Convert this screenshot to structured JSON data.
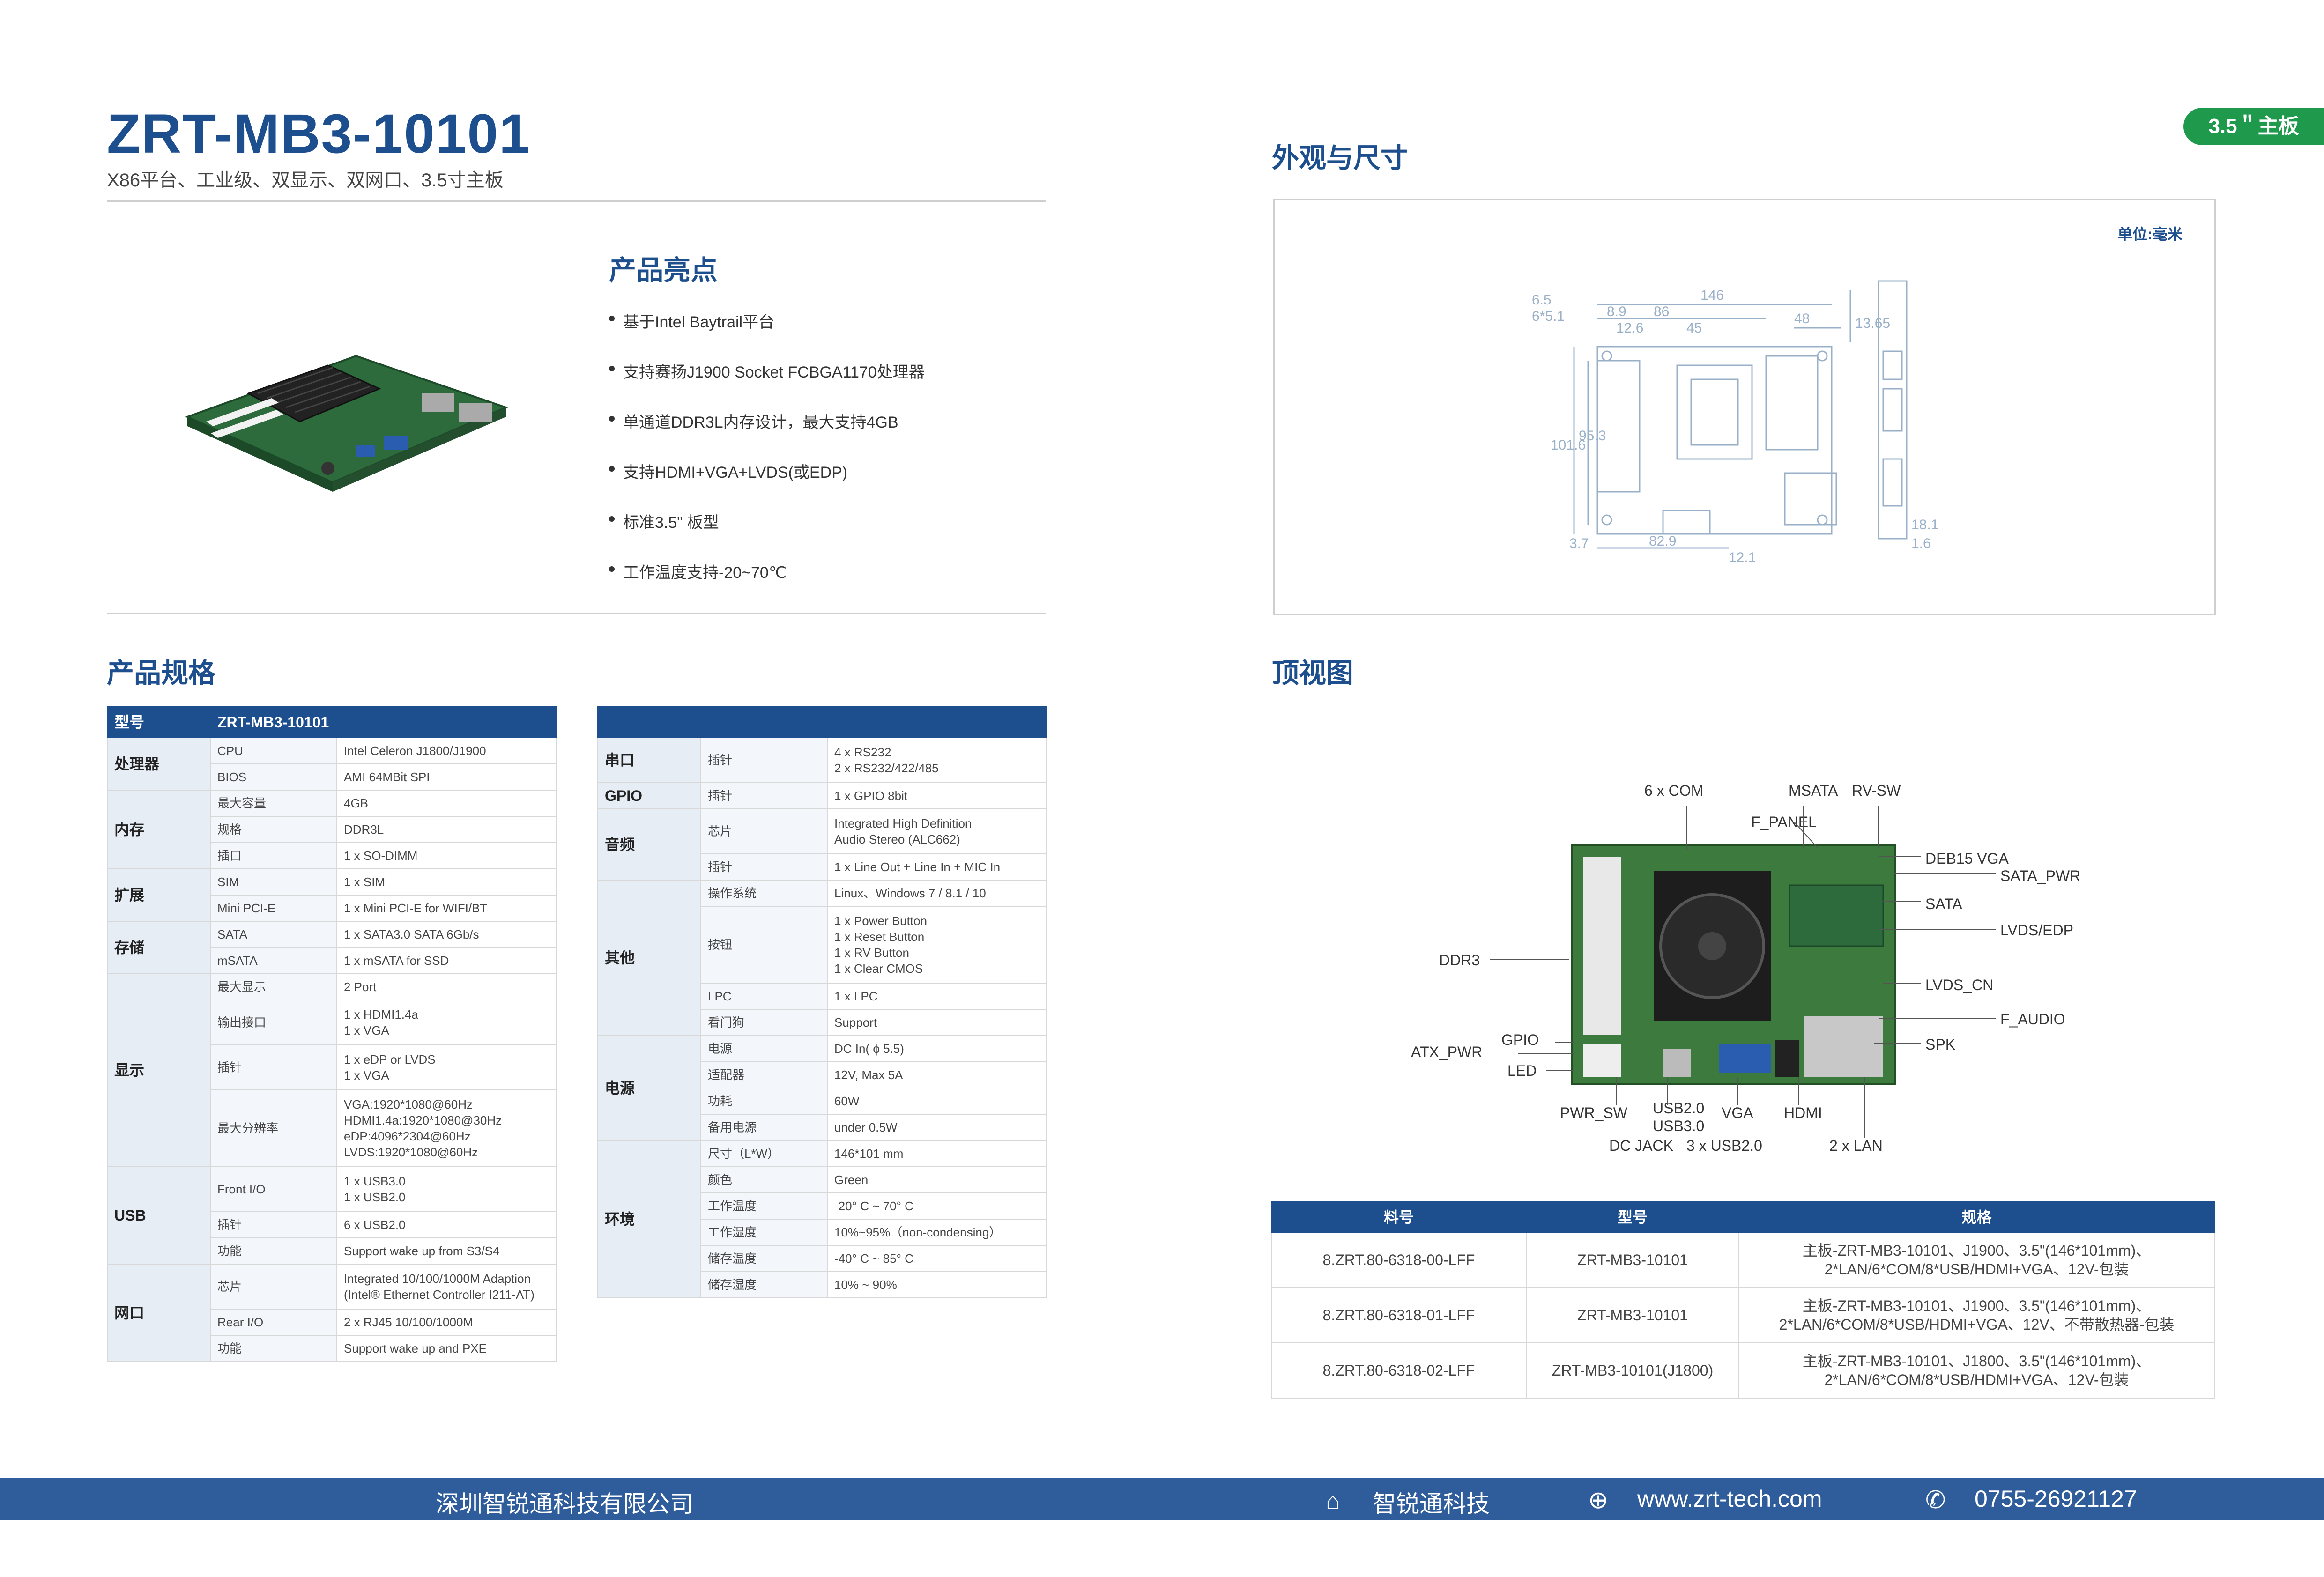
{
  "header": {
    "title": "ZRT-MB3-10101",
    "subtitle": "X86平台、工业级、双显示、双网口、3.5寸主板",
    "badge": "3.5＂主板"
  },
  "highlights": {
    "title": "产品亮点",
    "items": [
      "基于Intel Baytrail平台",
      "支持赛扬J1900 Socket FCBGA1170处理器",
      "单通道DDR3L内存设计，最大支持4GB",
      "支持HDMI+VGA+LVDS(或EDP)",
      "标准3.5\" 板型",
      "工作温度支持-20~70℃"
    ]
  },
  "dimensions": {
    "title": "外观与尺寸",
    "unit": "单位:毫米",
    "numbers": [
      "146",
      "8.9",
      "86",
      "12.6",
      "45",
      "48",
      "13.65",
      "101.6",
      "95.3",
      "82.9",
      "12.1",
      "18.1",
      "1.6",
      "3.7",
      "6.5",
      "6*5.1"
    ]
  },
  "topview": {
    "title": "顶视图",
    "labels": [
      "6 x COM",
      "MSATA",
      "RV-SW",
      "F_PANEL",
      "DEB15 VGA",
      "SATA_PWR",
      "SATA",
      "LVDS/EDP",
      "DDR3",
      "LVDS_CN",
      "F_AUDIO",
      "GPIO",
      "ATX_PWR",
      "SPK",
      "LED",
      "PWR_SW",
      "USB2.0",
      "USB3.0",
      "VGA",
      "HDMI",
      "DC JACK",
      "3 x USB2.0",
      "2 x LAN"
    ]
  },
  "spec": {
    "title": "产品规格",
    "left_header": [
      "型号",
      "ZRT-MB3-10101"
    ],
    "left": [
      {
        "group": "处理器",
        "rows": [
          [
            "CPU",
            "Intel Celeron J1800/J1900"
          ],
          [
            "BIOS",
            "AMI 64MBit SPI"
          ]
        ]
      },
      {
        "group": "内存",
        "rows": [
          [
            "最大容量",
            "4GB"
          ],
          [
            "规格",
            "DDR3L"
          ],
          [
            "插口",
            "1 x SO-DIMM"
          ]
        ]
      },
      {
        "group": "扩展",
        "rows": [
          [
            "SIM",
            "1 x SIM"
          ],
          [
            "Mini PCI-E",
            "1 x Mini PCI-E for WIFI/BT"
          ]
        ]
      },
      {
        "group": "存储",
        "rows": [
          [
            "SATA",
            "1 x SATA3.0 SATA 6Gb/s"
          ],
          [
            "mSATA",
            "1 x mSATA for SSD"
          ]
        ]
      },
      {
        "group": "显示",
        "rows": [
          [
            "最大显示",
            "2 Port"
          ],
          [
            "输出接口",
            "1 x HDMI1.4a\n1 x VGA"
          ],
          [
            "插针",
            "1 x eDP or LVDS\n1 x VGA"
          ],
          [
            "最大分辨率",
            "VGA:1920*1080@60Hz\nHDMI1.4a:1920*1080@30Hz\neDP:4096*2304@60Hz\nLVDS:1920*1080@60Hz"
          ]
        ]
      },
      {
        "group": "USB",
        "rows": [
          [
            "Front I/O",
            "1 x USB3.0\n1 x USB2.0"
          ],
          [
            "插针",
            "6 x USB2.0"
          ],
          [
            "功能",
            "Support wake up from S3/S4"
          ]
        ]
      },
      {
        "group": "网口",
        "rows": [
          [
            "芯片",
            "Integrated 10/100/1000M Adaption\n(Intel® Ethernet Controller I211-AT)"
          ],
          [
            "Rear I/O",
            "2 x RJ45 10/100/1000M"
          ],
          [
            "功能",
            "Support wake up and PXE"
          ]
        ]
      }
    ],
    "right": [
      {
        "group": "串口",
        "rows": [
          [
            "插针",
            "4 x RS232\n2 x RS232/422/485"
          ]
        ]
      },
      {
        "group": "GPIO",
        "rows": [
          [
            "插针",
            "1 x GPIO 8bit"
          ]
        ]
      },
      {
        "group": "音频",
        "rows": [
          [
            "芯片",
            "Integrated High Definition\nAudio Stereo (ALC662)"
          ],
          [
            "插针",
            "1 x Line Out + Line In + MIC In"
          ]
        ]
      },
      {
        "group": "其他",
        "rows": [
          [
            "操作系统",
            "Linux、Windows 7 / 8.1 / 10"
          ],
          [
            "按钮",
            "1 x Power Button\n1 x Reset Button\n1 x RV Button\n1 x Clear CMOS"
          ],
          [
            "LPC",
            "1 x LPC"
          ],
          [
            "看门狗",
            "Support"
          ]
        ]
      },
      {
        "group": "电源",
        "rows": [
          [
            "电源",
            "DC In( ϕ 5.5)"
          ],
          [
            "适配器",
            "12V, Max 5A"
          ],
          [
            "功耗",
            "60W"
          ],
          [
            "备用电源",
            "under 0.5W"
          ]
        ]
      },
      {
        "group": "环境",
        "rows": [
          [
            "尺寸（L*W）",
            "146*101 mm"
          ],
          [
            "颜色",
            "Green"
          ],
          [
            "工作温度",
            "-20° C ~ 70° C"
          ],
          [
            "工作湿度",
            "10%~95%（non-condensing）"
          ],
          [
            "储存温度",
            "-40° C ~ 85° C"
          ],
          [
            "储存湿度",
            "10% ~ 90%"
          ]
        ]
      }
    ]
  },
  "order": {
    "headers": [
      "料号",
      "型号",
      "规格"
    ],
    "rows": [
      [
        "8.ZRT.80-6318-00-LFF",
        "ZRT-MB3-10101",
        "主板-ZRT-MB3-10101、J1900、3.5\"(146*101mm)、\n2*LAN/6*COM/8*USB/HDMI+VGA、12V-包装"
      ],
      [
        "8.ZRT.80-6318-01-LFF",
        "ZRT-MB3-10101",
        "主板-ZRT-MB3-10101、J1900、3.5\"(146*101mm)、\n2*LAN/6*COM/8*USB/HDMI+VGA、12V、不带散热器-包装"
      ],
      [
        "8.ZRT.80-6318-02-LFF",
        "ZRT-MB3-10101(J1800)",
        "主板-ZRT-MB3-10101、J1800、3.5\"(146*101mm)、\n2*LAN/6*COM/8*USB/HDMI+VGA、12V-包装"
      ]
    ]
  },
  "footer": {
    "company": "深圳智锐通科技有限公司",
    "brand": "智锐通科技",
    "website": "www.zrt-tech.com",
    "phone": "0755-26921127"
  }
}
